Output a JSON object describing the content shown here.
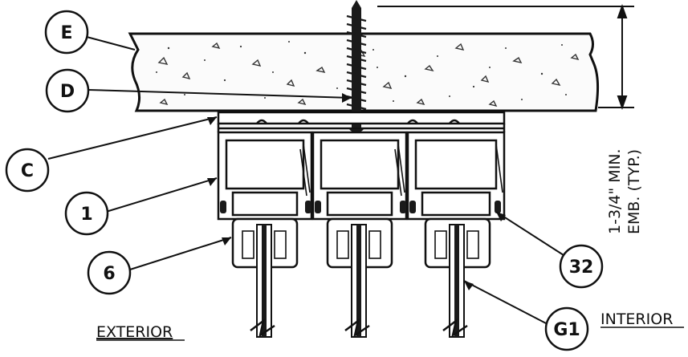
{
  "callouts": {
    "E": "E",
    "D": "D",
    "C": "C",
    "one": "1",
    "six": "6",
    "thirtytwo": "32",
    "g1": "G1"
  },
  "labels": {
    "exterior": "EXTERIOR",
    "interior": "INTERIOR",
    "embed_line1": "1-3/4\" MIN.",
    "embed_line2": "EMB. (TYP.)"
  }
}
